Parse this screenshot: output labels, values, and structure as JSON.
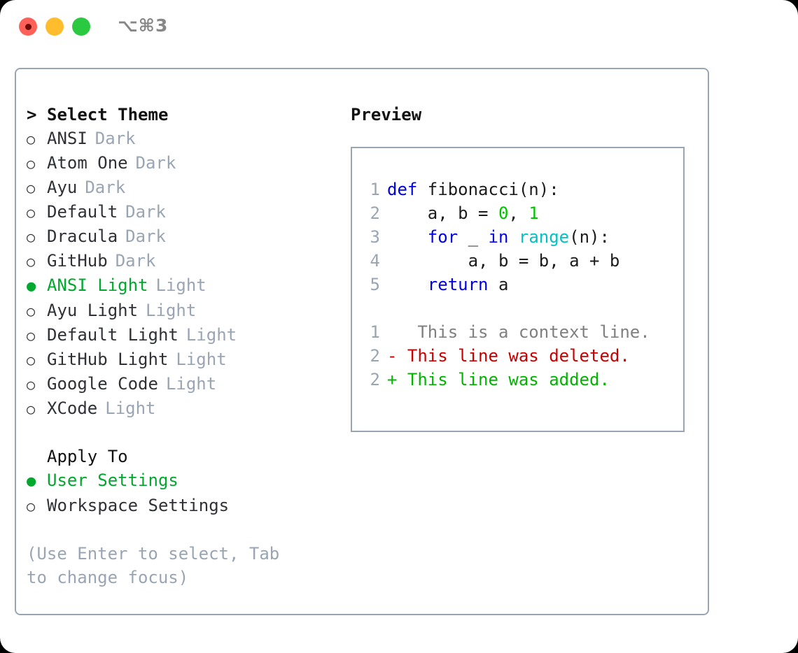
{
  "titlebar": {
    "buttons": [
      {
        "name": "close",
        "color": "#ff6159"
      },
      {
        "name": "minimize",
        "color": "#ffbd2e"
      },
      {
        "name": "maximize",
        "color": "#2ac940"
      }
    ],
    "shortcut": "⌥⌘3"
  },
  "theme_picker": {
    "caret": ">",
    "heading": "Select Theme",
    "radio_empty": "○",
    "radio_filled": "●",
    "accent_color": "#00a82d",
    "muted_color": "#9aa5b4",
    "items": [
      {
        "name": "ANSI",
        "variant": "Dark",
        "selected": false
      },
      {
        "name": "Atom One",
        "variant": "Dark",
        "selected": false
      },
      {
        "name": "Ayu",
        "variant": "Dark",
        "selected": false
      },
      {
        "name": "Default",
        "variant": "Dark",
        "selected": false
      },
      {
        "name": "Dracula",
        "variant": "Dark",
        "selected": false
      },
      {
        "name": "GitHub",
        "variant": "Dark",
        "selected": false
      },
      {
        "name": "ANSI Light",
        "variant": "Light",
        "selected": true
      },
      {
        "name": "Ayu Light",
        "variant": "Light",
        "selected": false
      },
      {
        "name": "Default Light",
        "variant": "Light",
        "selected": false
      },
      {
        "name": "GitHub Light",
        "variant": "Light",
        "selected": false
      },
      {
        "name": "Google Code",
        "variant": "Light",
        "selected": false
      },
      {
        "name": "XCode",
        "variant": "Light",
        "selected": false
      }
    ]
  },
  "apply_to": {
    "heading": "Apply To",
    "options": [
      {
        "label": "User Settings",
        "selected": true
      },
      {
        "label": "Workspace Settings",
        "selected": false
      }
    ]
  },
  "hint": "(Use Enter to select, Tab to change focus)",
  "preview": {
    "title": "Preview",
    "code_lines": [
      {
        "num": "1",
        "tokens": [
          {
            "t": "def",
            "c": "kw"
          },
          {
            "t": " fibonacci(n):",
            "c": "plain"
          }
        ]
      },
      {
        "num": "2",
        "tokens": [
          {
            "t": "    a, b = ",
            "c": "plain"
          },
          {
            "t": "0",
            "c": "num"
          },
          {
            "t": ", ",
            "c": "plain"
          },
          {
            "t": "1",
            "c": "num"
          }
        ]
      },
      {
        "num": "3",
        "tokens": [
          {
            "t": "    ",
            "c": "plain"
          },
          {
            "t": "for",
            "c": "kw"
          },
          {
            "t": " _ ",
            "c": "plain"
          },
          {
            "t": "in",
            "c": "kw"
          },
          {
            "t": " ",
            "c": "plain"
          },
          {
            "t": "range",
            "c": "fn"
          },
          {
            "t": "(n):",
            "c": "plain"
          }
        ]
      },
      {
        "num": "4",
        "tokens": [
          {
            "t": "        a, b = b, a + b",
            "c": "plain"
          }
        ]
      },
      {
        "num": "5",
        "tokens": [
          {
            "t": "    ",
            "c": "plain"
          },
          {
            "t": "return",
            "c": "kw"
          },
          {
            "t": " a",
            "c": "plain"
          }
        ]
      }
    ],
    "diff_lines": [
      {
        "num": "1",
        "marker": " ",
        "text": "  This is a context line.",
        "kind": "diff-ctx"
      },
      {
        "num": "2",
        "marker": "-",
        "text": " This line was deleted.",
        "kind": "diff-del"
      },
      {
        "num": "2",
        "marker": "+",
        "text": " This line was added.",
        "kind": "diff-add"
      }
    ]
  }
}
